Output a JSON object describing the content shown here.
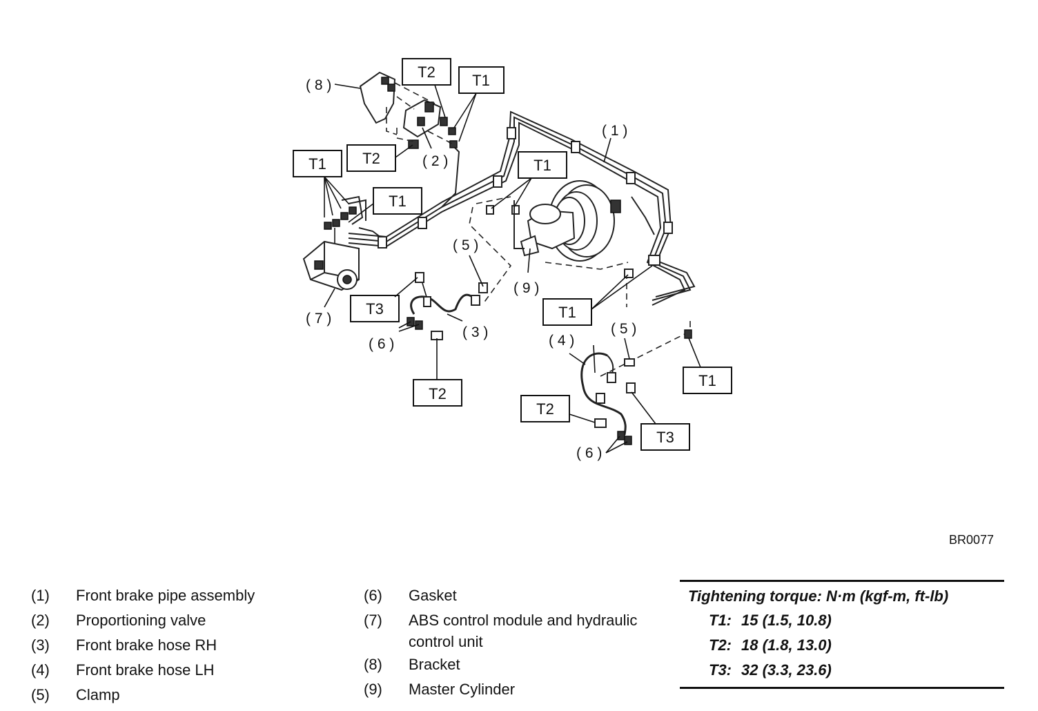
{
  "diagram": {
    "callouts": {
      "c1": "( 1 )",
      "c2": "( 2 )",
      "c3": "( 3 )",
      "c4": "( 4 )",
      "c5a": "( 5 )",
      "c5b": "( 5 )",
      "c6a": "( 6 )",
      "c6b": "( 6 )",
      "c7": "( 7 )",
      "c8": "( 8 )",
      "c9": "( 9 )"
    },
    "torque_tags": {
      "t1": "T1",
      "t2": "T2",
      "t3": "T3"
    },
    "figure_code": "BR0077"
  },
  "legend": {
    "left": [
      {
        "num": "(1)",
        "text": "Front brake pipe assembly"
      },
      {
        "num": "(2)",
        "text": "Proportioning valve"
      },
      {
        "num": "(3)",
        "text": "Front brake hose RH"
      },
      {
        "num": "(4)",
        "text": "Front brake hose LH"
      },
      {
        "num": "(5)",
        "text": "Clamp"
      }
    ],
    "middle": [
      {
        "num": "(6)",
        "text": "Gasket"
      },
      {
        "num": "(7)",
        "text": "ABS control module and hydraulic control unit"
      },
      {
        "num": "(8)",
        "text": "Bracket"
      },
      {
        "num": "(9)",
        "text": "Master Cylinder"
      }
    ]
  },
  "torque": {
    "title": "Tightening torque: N·m (kgf-m, ft-lb)",
    "rows": [
      {
        "key": "T1:",
        "value": "15 (1.5, 10.8)"
      },
      {
        "key": "T2:",
        "value": "18 (1.8, 13.0)"
      },
      {
        "key": "T3:",
        "value": "32 (3.3, 23.6)"
      }
    ]
  }
}
